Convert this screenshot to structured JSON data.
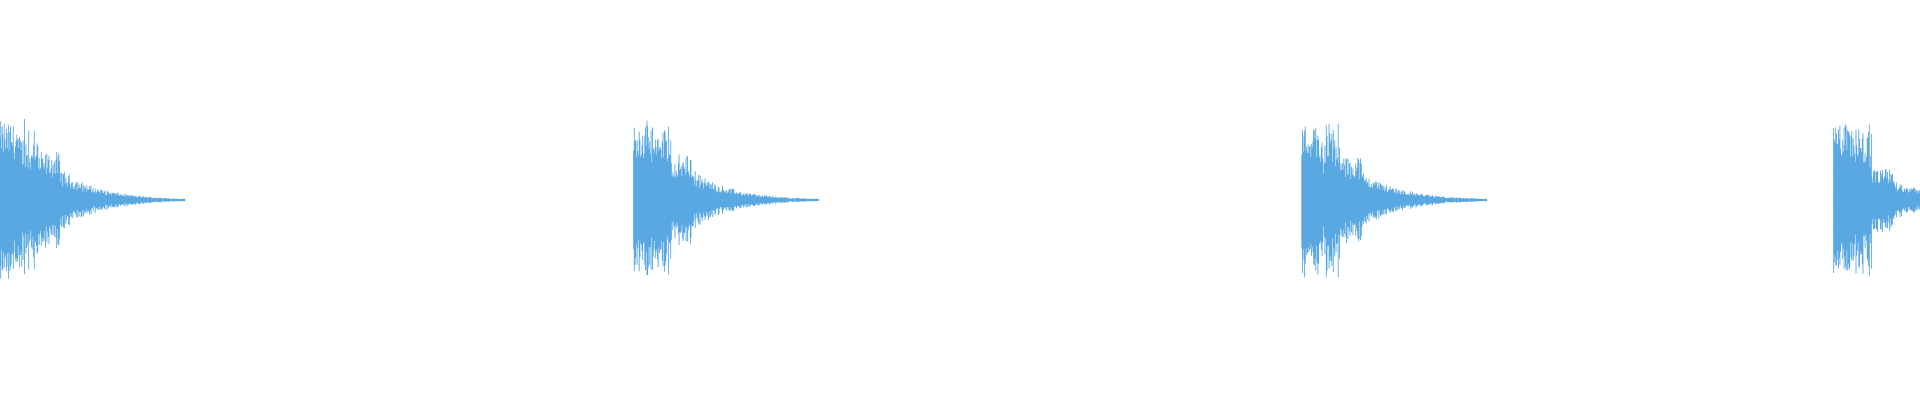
{
  "waveform": {
    "color": "#5aa8e2",
    "background": "#ffffff",
    "hits": [
      {
        "time": 0.0,
        "peak": 0.9,
        "tail": 0.3
      },
      {
        "time": 0.33,
        "peak": 0.88,
        "tail": 0.28
      },
      {
        "time": 0.678,
        "peak": 0.87,
        "tail": 0.28
      },
      {
        "time": 0.955,
        "peak": 0.86,
        "tail": 0.2
      }
    ]
  }
}
